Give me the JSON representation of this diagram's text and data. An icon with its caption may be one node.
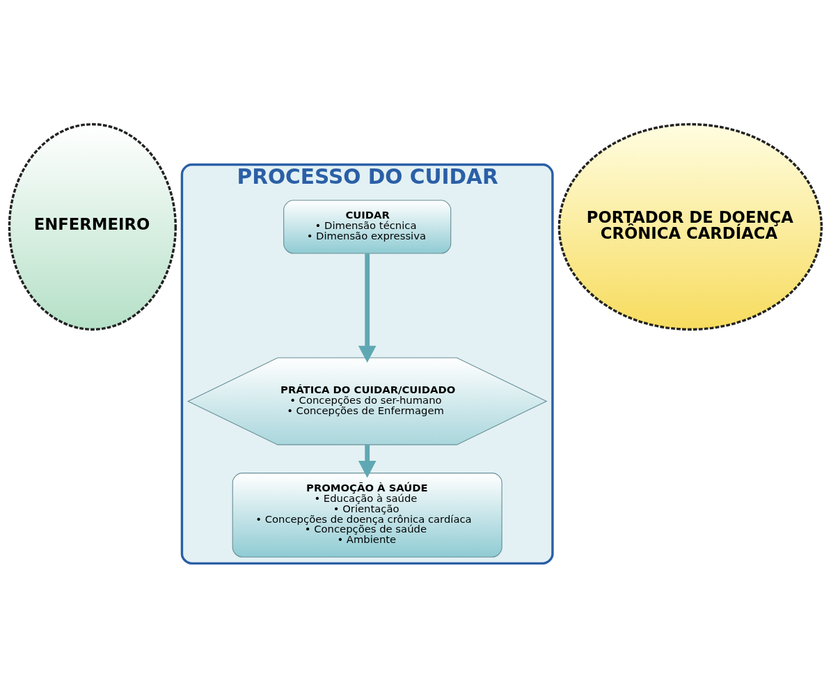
{
  "diagram": {
    "nodes": [
      {
        "text": [
          "PROCESSO DO CUIDAR"
        ]
      },
      {
        "text": [
          "CUIDAR",
          "• Dimensão técnica",
          "• Dimensão expressiva"
        ],
        "in": 0
      },
      {
        "text": [
          "PRÁTICA DO CUIDAR/CUIDADO",
          "• Concepções do ser-humano",
          "• Concepções de Enfermagem"
        ],
        "in": 0
      },
      {
        "text": [
          "PROMOÇÃO À SAÚDE",
          "• Educação à saúde",
          "• Orientação",
          "• Concepções de doença crônica cardíaca",
          "• Concepções de saúde",
          "• Ambiente"
        ],
        "in": 0
      },
      {
        "text": [
          "ENFERMEIRO"
        ]
      },
      {
        "text": [
          "PORTADOR DE DOENÇA CRÔNICA CARDÍACA"
        ]
      }
    ],
    "edges": [
      {
        "from": 1,
        "to": 2,
        "arrow": "to"
      },
      {
        "from": 2,
        "to": 3,
        "arrow": "to"
      }
    ]
  }
}
